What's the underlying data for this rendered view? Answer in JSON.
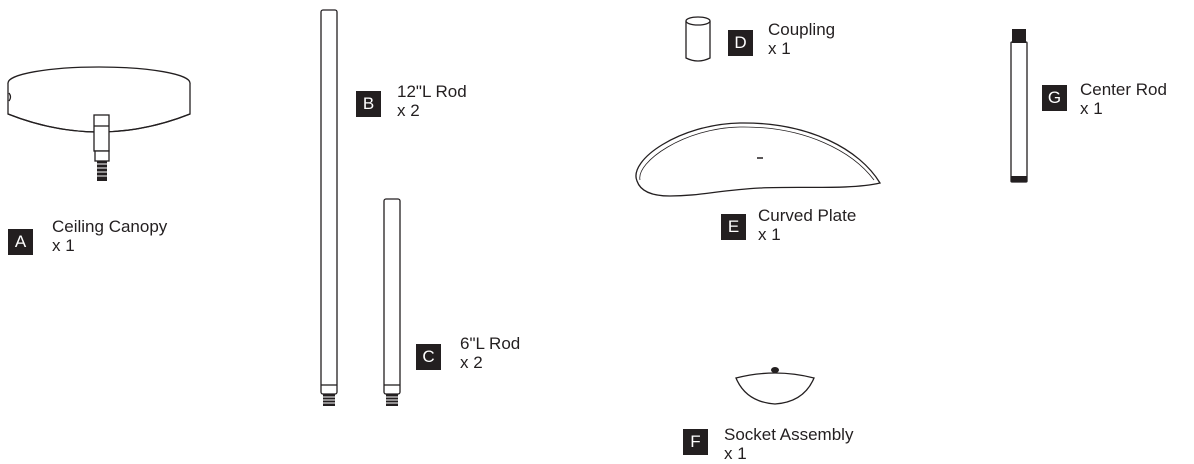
{
  "parts": [
    {
      "letter": "A",
      "name": "Ceiling Canopy",
      "qty": "x 1"
    },
    {
      "letter": "B",
      "name": "12\"L Rod",
      "qty": "x 2"
    },
    {
      "letter": "C",
      "name": "6\"L Rod",
      "qty": "x 2"
    },
    {
      "letter": "D",
      "name": "Coupling",
      "qty": "x 1"
    },
    {
      "letter": "E",
      "name": "Curved Plate",
      "qty": "x 1"
    },
    {
      "letter": "F",
      "name": "Socket Assembly",
      "qty": "x 1"
    },
    {
      "letter": "G",
      "name": "Center Rod",
      "qty": "x 1"
    }
  ],
  "colors": {
    "line": "#231f20",
    "badge": "#231f20",
    "badge_text": "#ffffff",
    "background": "#ffffff"
  },
  "icons": [
    "ceiling-canopy-icon",
    "rod-12in-icon",
    "rod-6in-icon",
    "coupling-icon",
    "curved-plate-icon",
    "socket-assembly-icon",
    "center-rod-icon"
  ]
}
